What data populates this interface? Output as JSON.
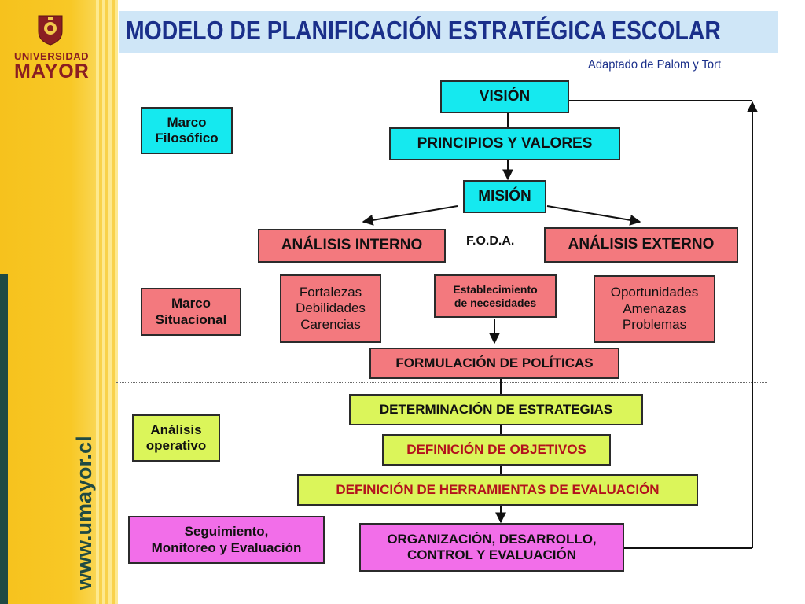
{
  "branding": {
    "logo_line1": "UNIVERSIDAD",
    "logo_line2": "MAYOR",
    "website": "www.umayor.cl"
  },
  "header": {
    "title": "MODELO DE PLANIFICACIÓN ESTRATÉGICA ESCOLAR",
    "subtitle": "Adaptado de Palom y Tort"
  },
  "stages": {
    "marco_filosofico": [
      "Marco",
      "Filosófico"
    ],
    "marco_situacional": [
      "Marco",
      "Situacional"
    ],
    "analisis_operativo": [
      "Análisis",
      "operativo"
    ],
    "seguimiento": [
      "Seguimiento,",
      "Monitoreo y Evaluación"
    ]
  },
  "flow": {
    "vision": "VISIÓN",
    "principios": "PRINCIPIOS Y VALORES",
    "mision": "MISIÓN",
    "analisis_interno": "ANÁLISIS INTERNO",
    "foda": "F.O.D.A.",
    "analisis_externo": "ANÁLISIS EXTERNO",
    "interno_items": [
      "Fortalezas",
      "Debilidades",
      "Carencias"
    ],
    "necesidades": [
      "Establecimiento",
      "de necesidades"
    ],
    "externo_items": [
      "Oportunidades",
      "Amenazas",
      "Problemas"
    ],
    "politicas": "FORMULACIÓN DE POLÍTICAS",
    "estrategias": "DETERMINACIÓN DE ESTRATEGIAS",
    "objetivos": "DEFINICIÓN DE OBJETIVOS",
    "herramientas": "DEFINICIÓN DE HERRAMIENTAS DE EVALUACIÓN",
    "organizacion": [
      "ORGANIZACIÓN, DESARROLLO,",
      "CONTROL Y EVALUACIÓN"
    ]
  },
  "colors": {
    "cyan": "#15e9ef",
    "salmon": "#f3797e",
    "lime": "#dbf55a",
    "magenta": "#f26ee9",
    "title": "#1a2f8a",
    "brand": "#8a1e22"
  }
}
